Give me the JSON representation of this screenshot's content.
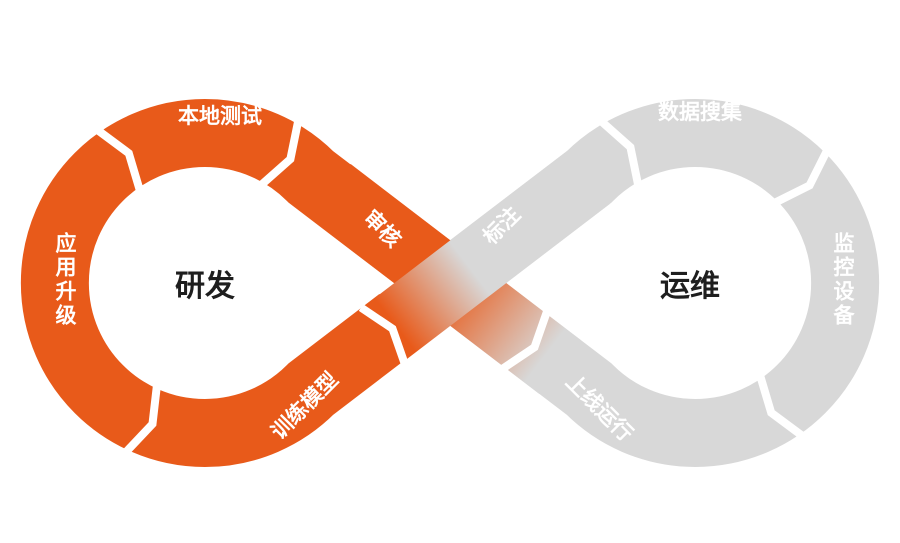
{
  "colors": {
    "dev": "#e85a1a",
    "ops": "#d8d8d8",
    "separator": "#ffffff",
    "center_text": "#1e1e1e"
  },
  "dev": {
    "title": "研发",
    "steps": [
      "本地测试",
      "审核",
      "训练模型",
      "应用升级"
    ]
  },
  "ops": {
    "title": "运维",
    "steps": [
      "标注",
      "数据搜集",
      "监控设备",
      "上线运行"
    ]
  }
}
